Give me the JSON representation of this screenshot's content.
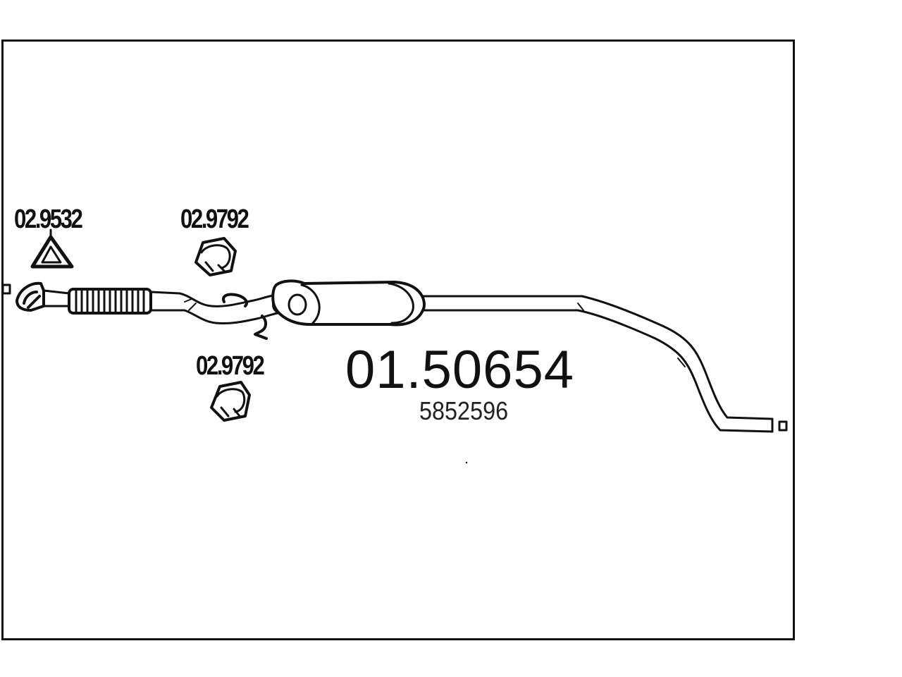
{
  "diagram": {
    "main_part_number": "01.50654",
    "oe_number": "5852596",
    "parts": [
      {
        "id": "gasket",
        "label": "02.9532",
        "icon": "triangle-gasket-icon"
      },
      {
        "id": "nut-top",
        "label": "02.9792",
        "icon": "hex-nut-icon"
      },
      {
        "id": "nut-bottom",
        "label": "02.9792",
        "icon": "hex-nut-icon"
      }
    ],
    "colors": {
      "line": "#111111",
      "background": "#ffffff"
    }
  }
}
